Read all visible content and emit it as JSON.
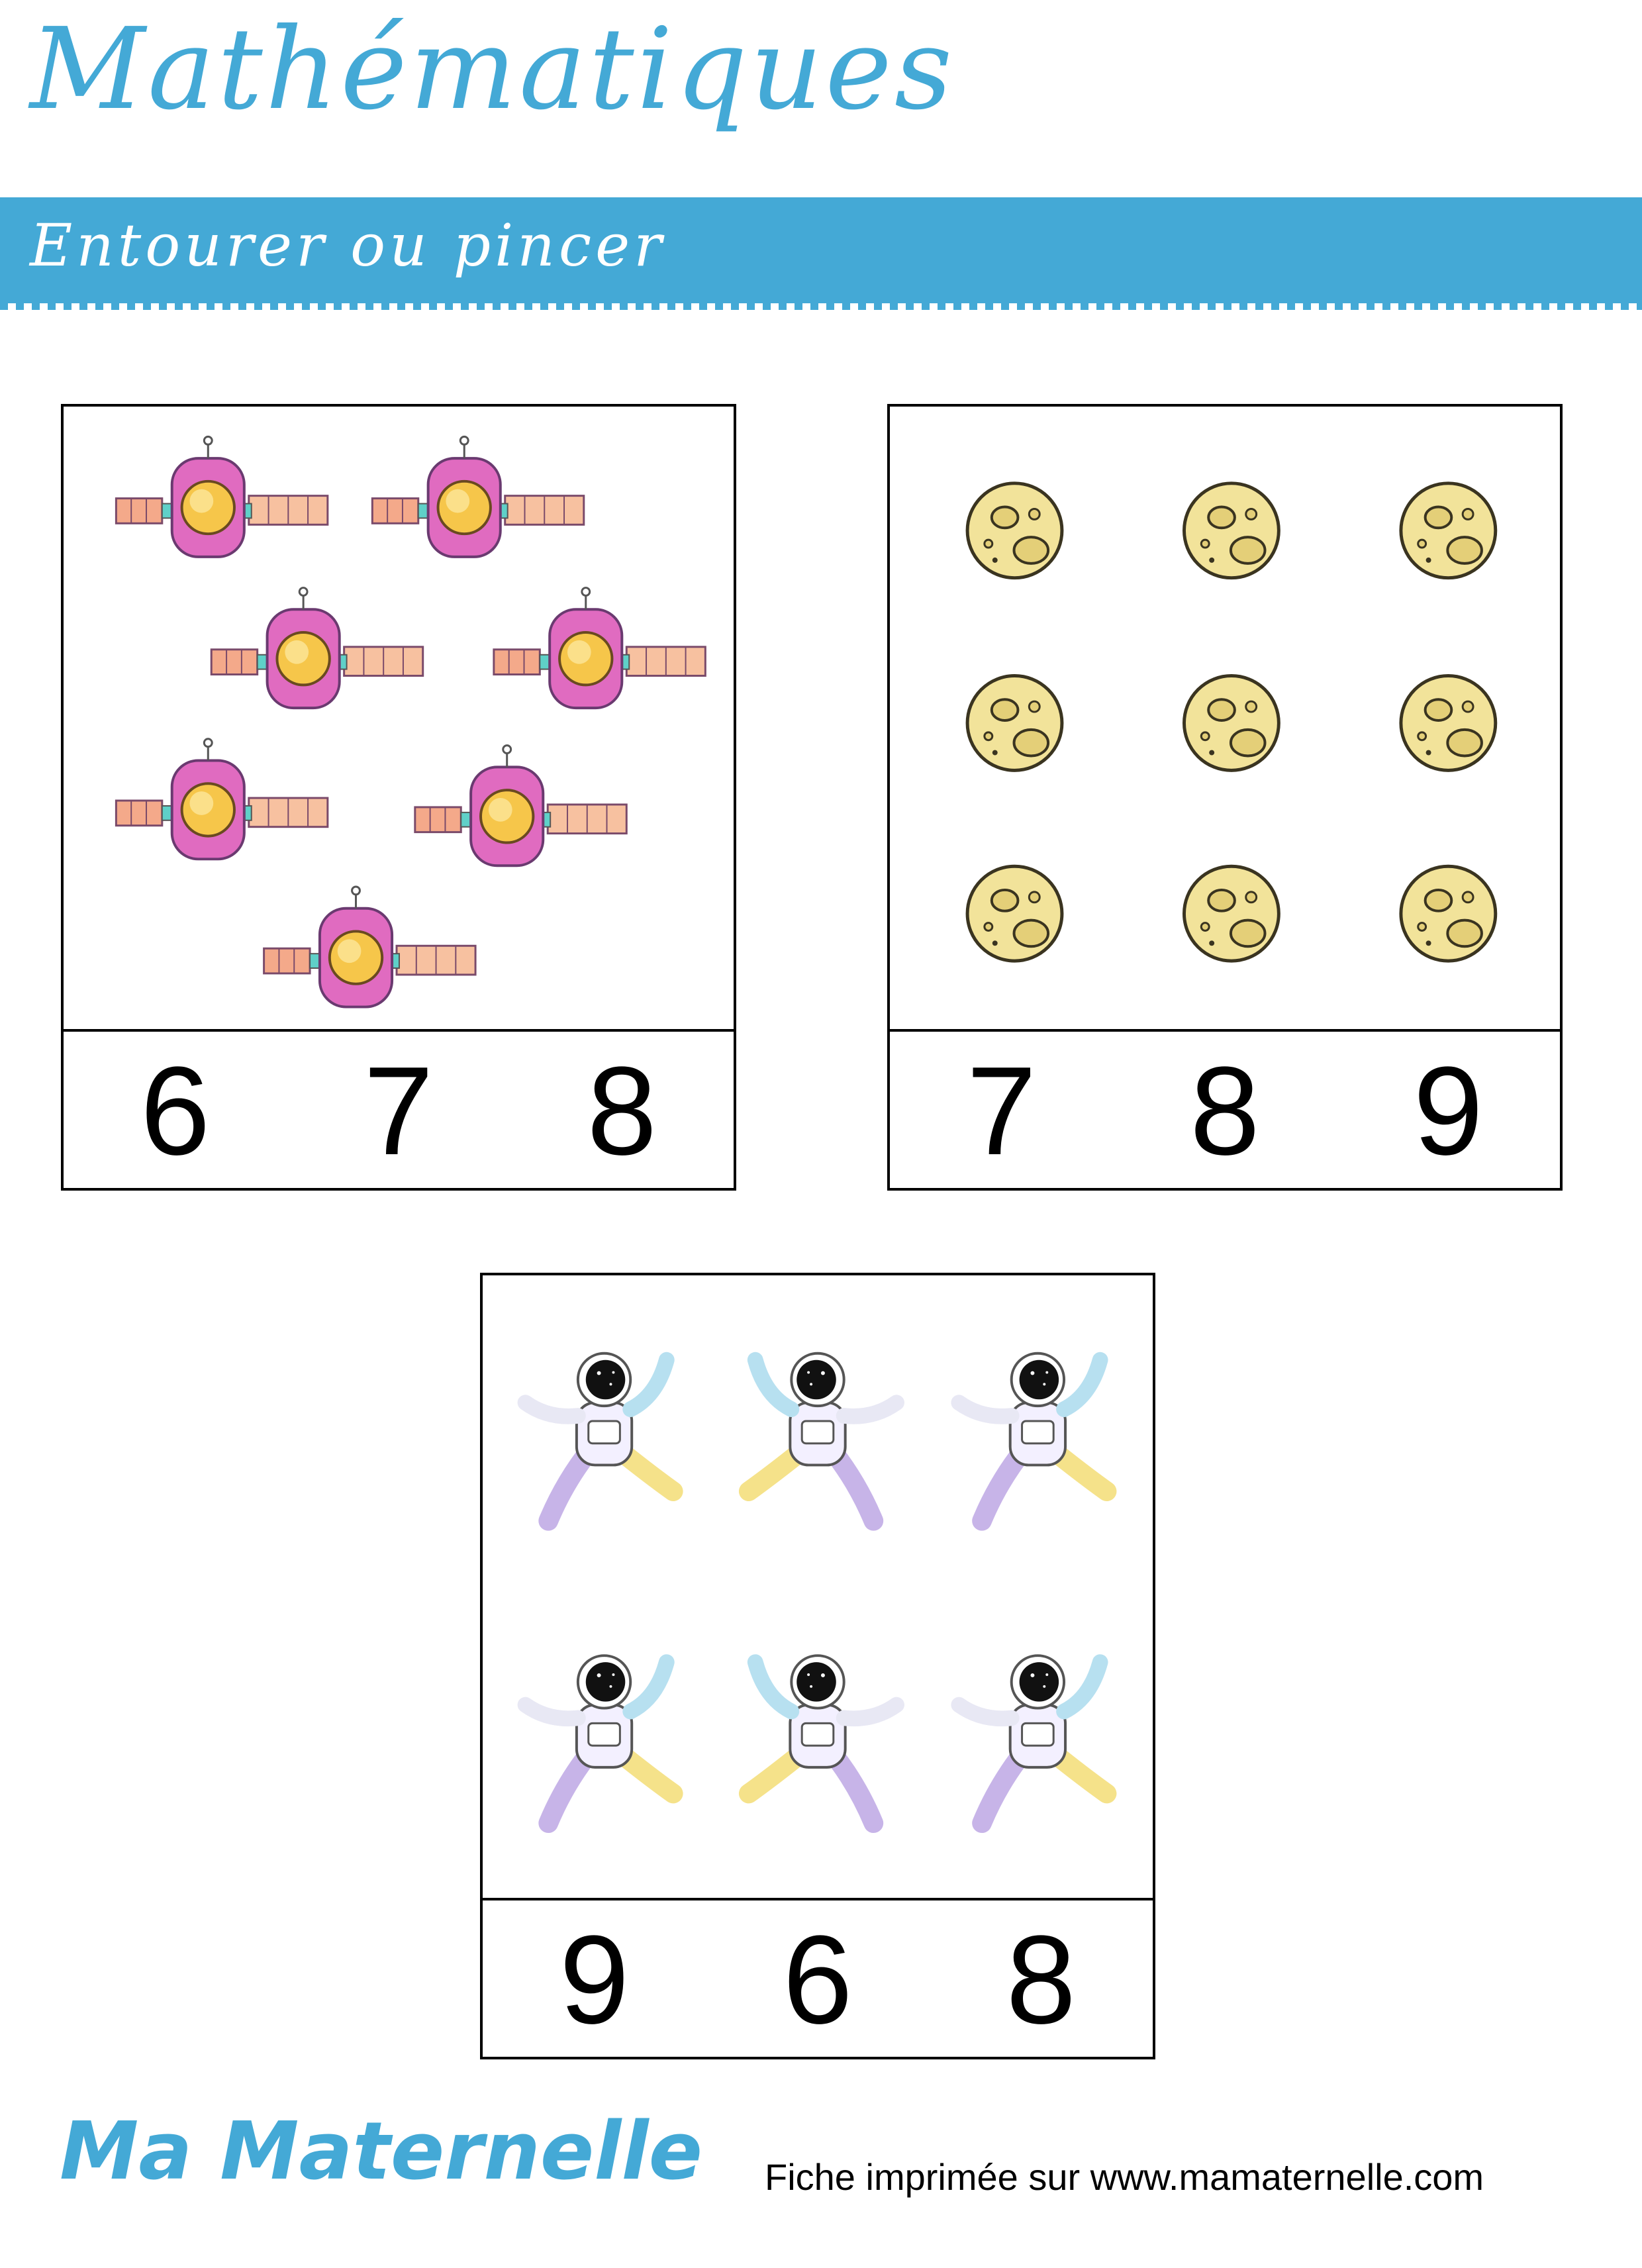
{
  "header": {
    "title": "Mathématiques",
    "subtitle": "Entourer ou pincer"
  },
  "cards": [
    {
      "picture": "satellite-icon",
      "count": 7,
      "choices": [
        "6",
        "7",
        "8"
      ]
    },
    {
      "picture": "moon-icon",
      "count": 9,
      "choices": [
        "7",
        "8",
        "9"
      ]
    },
    {
      "picture": "astronaut-icon",
      "count": 6,
      "choices": [
        "9",
        "6",
        "8"
      ]
    }
  ],
  "footer": {
    "brand": "Ma Maternelle",
    "note": "Fiche imprimée sur www.mamaternelle.com"
  },
  "colors": {
    "accent": "#44a9d6",
    "moon": "#f2e39a",
    "satellite": "#e06bc0"
  }
}
